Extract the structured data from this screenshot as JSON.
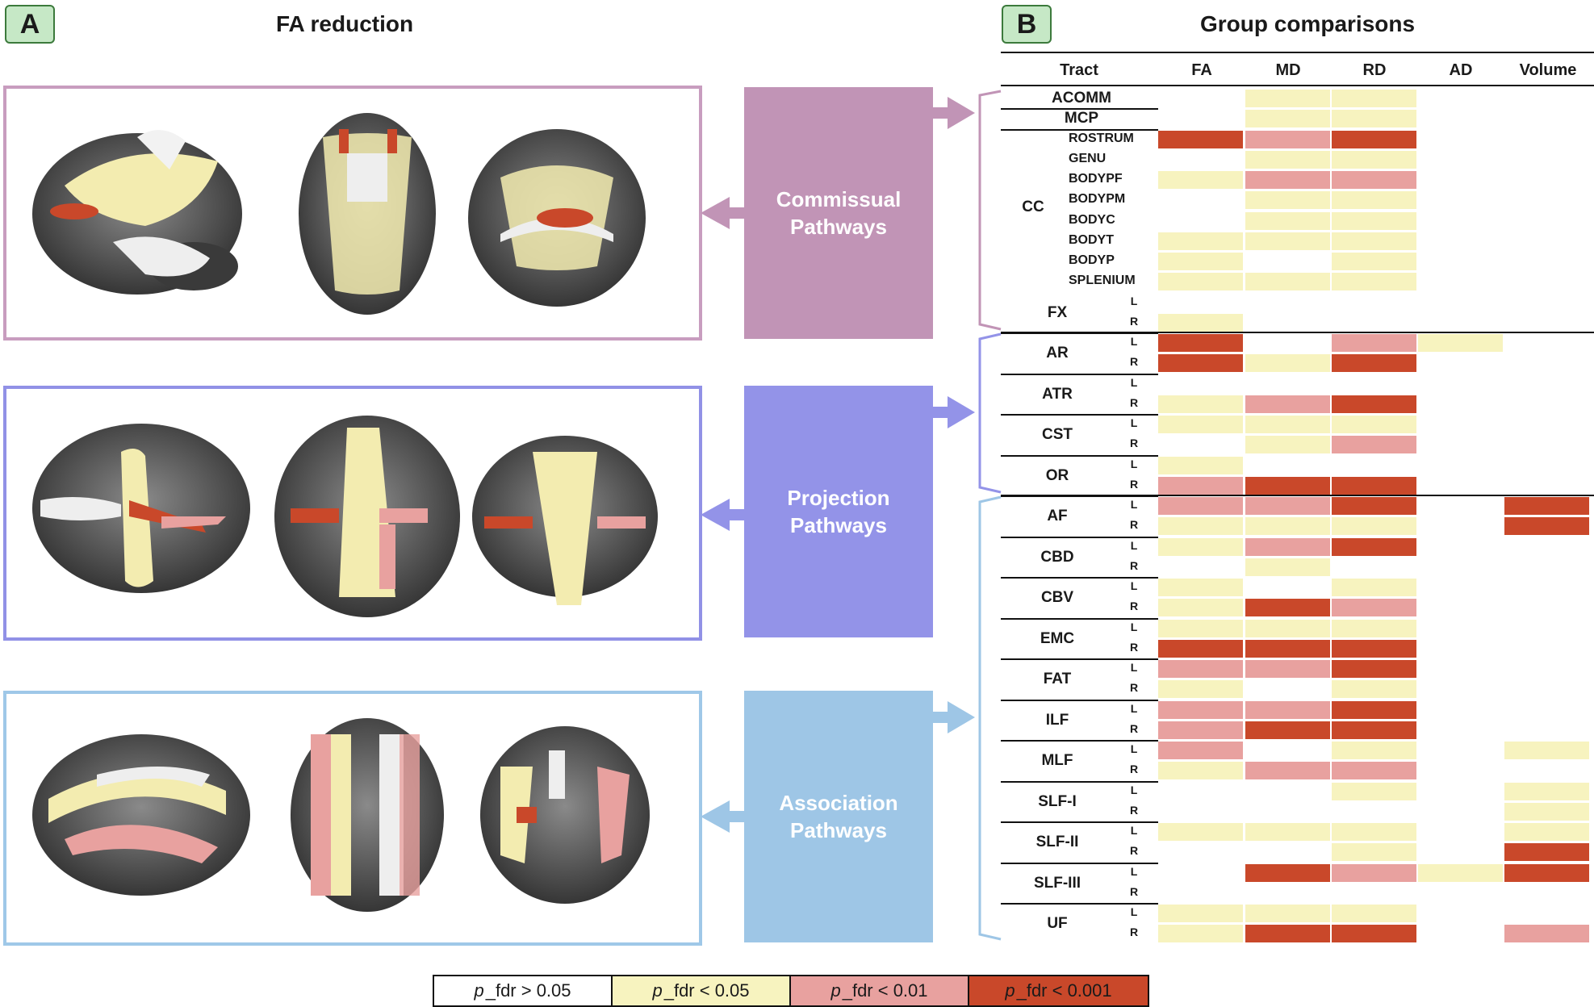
{
  "panel_a": {
    "badge": "A",
    "title": "FA reduction"
  },
  "panel_b": {
    "badge": "B",
    "title": "Group comparisons"
  },
  "categories": [
    {
      "label_line1": "Commissual",
      "label_line2": "Pathways",
      "color": "#c194b6",
      "border": "#c89dbf"
    },
    {
      "label_line1": "Projection",
      "label_line2": "Pathways",
      "color": "#9393e8",
      "border": "#9191e6"
    },
    {
      "label_line1": "Association",
      "label_line2": "Pathways",
      "color": "#9ec6e6",
      "border": "#9fc8e8"
    }
  ],
  "table": {
    "headers": [
      "Tract",
      "FA",
      "MD",
      "RD",
      "AD",
      "Volume"
    ],
    "colors": {
      "0": "#ffffff",
      "1": "#f7f3bf",
      "2": "#e8a19f",
      "3": "#c9482a"
    },
    "rows": [
      {
        "label": "ACOMM",
        "cells": [
          0,
          1,
          1,
          0,
          0
        ]
      },
      {
        "label": "MCP",
        "cells": [
          0,
          1,
          1,
          0,
          0
        ]
      },
      {
        "group": "CC",
        "label": "ROSTRUM",
        "cells": [
          3,
          2,
          3,
          0,
          0
        ]
      },
      {
        "group": "CC",
        "label": "GENU",
        "cells": [
          0,
          1,
          1,
          0,
          0
        ]
      },
      {
        "group": "CC",
        "label": "BODYPF",
        "cells": [
          1,
          2,
          2,
          0,
          0
        ]
      },
      {
        "group": "CC",
        "label": "BODYPM",
        "cells": [
          0,
          1,
          1,
          0,
          0
        ]
      },
      {
        "group": "CC",
        "label": "BODYC",
        "cells": [
          0,
          1,
          1,
          0,
          0
        ]
      },
      {
        "group": "CC",
        "label": "BODYT",
        "cells": [
          1,
          1,
          1,
          0,
          0
        ]
      },
      {
        "group": "CC",
        "label": "BODYP",
        "cells": [
          1,
          0,
          1,
          0,
          0
        ]
      },
      {
        "group": "CC",
        "label": "SPLENIUM",
        "cells": [
          1,
          1,
          1,
          0,
          0
        ]
      },
      {
        "label": "FX",
        "side": "L",
        "cells": [
          0,
          0,
          0,
          0,
          0
        ]
      },
      {
        "label": "FX",
        "side": "R",
        "cells": [
          1,
          0,
          0,
          0,
          0
        ]
      },
      {
        "label": "AR",
        "side": "L",
        "cells": [
          3,
          0,
          2,
          1,
          0
        ]
      },
      {
        "label": "AR",
        "side": "R",
        "cells": [
          3,
          1,
          3,
          0,
          0
        ]
      },
      {
        "label": "ATR",
        "side": "L",
        "cells": [
          0,
          0,
          0,
          0,
          0
        ]
      },
      {
        "label": "ATR",
        "side": "R",
        "cells": [
          1,
          2,
          3,
          0,
          0
        ]
      },
      {
        "label": "CST",
        "side": "L",
        "cells": [
          1,
          1,
          1,
          0,
          0
        ]
      },
      {
        "label": "CST",
        "side": "R",
        "cells": [
          0,
          1,
          2,
          0,
          0
        ]
      },
      {
        "label": "OR",
        "side": "L",
        "cells": [
          1,
          0,
          0,
          0,
          0
        ]
      },
      {
        "label": "OR",
        "side": "R",
        "cells": [
          2,
          3,
          3,
          0,
          0
        ]
      },
      {
        "label": "AF",
        "side": "L",
        "cells": [
          2,
          2,
          3,
          0,
          3
        ]
      },
      {
        "label": "AF",
        "side": "R",
        "cells": [
          1,
          1,
          1,
          0,
          3
        ]
      },
      {
        "label": "CBD",
        "side": "L",
        "cells": [
          1,
          2,
          3,
          0,
          0
        ]
      },
      {
        "label": "CBD",
        "side": "R",
        "cells": [
          0,
          1,
          0,
          0,
          0
        ]
      },
      {
        "label": "CBV",
        "side": "L",
        "cells": [
          1,
          0,
          1,
          0,
          0
        ]
      },
      {
        "label": "CBV",
        "side": "R",
        "cells": [
          1,
          3,
          2,
          0,
          0
        ]
      },
      {
        "label": "EMC",
        "side": "L",
        "cells": [
          1,
          1,
          1,
          0,
          0
        ]
      },
      {
        "label": "EMC",
        "side": "R",
        "cells": [
          3,
          3,
          3,
          0,
          0
        ]
      },
      {
        "label": "FAT",
        "side": "L",
        "cells": [
          2,
          2,
          3,
          0,
          0
        ]
      },
      {
        "label": "FAT",
        "side": "R",
        "cells": [
          1,
          0,
          1,
          0,
          0
        ]
      },
      {
        "label": "ILF",
        "side": "L",
        "cells": [
          2,
          2,
          3,
          0,
          0
        ]
      },
      {
        "label": "ILF",
        "side": "R",
        "cells": [
          2,
          3,
          3,
          0,
          0
        ]
      },
      {
        "label": "MLF",
        "side": "L",
        "cells": [
          2,
          0,
          1,
          0,
          1
        ]
      },
      {
        "label": "MLF",
        "side": "R",
        "cells": [
          1,
          2,
          2,
          0,
          0
        ]
      },
      {
        "label": "SLF-I",
        "side": "L",
        "cells": [
          0,
          0,
          1,
          0,
          1
        ]
      },
      {
        "label": "SLF-I",
        "side": "R",
        "cells": [
          0,
          0,
          0,
          0,
          1
        ]
      },
      {
        "label": "SLF-II",
        "side": "L",
        "cells": [
          1,
          1,
          1,
          0,
          1
        ]
      },
      {
        "label": "SLF-II",
        "side": "R",
        "cells": [
          0,
          0,
          1,
          0,
          3
        ]
      },
      {
        "label": "SLF-III",
        "side": "L",
        "cells": [
          0,
          3,
          2,
          1,
          3
        ]
      },
      {
        "label": "SLF-III",
        "side": "R",
        "cells": [
          0,
          0,
          0,
          0,
          0
        ]
      },
      {
        "label": "UF",
        "side": "L",
        "cells": [
          1,
          1,
          1,
          0,
          0
        ]
      },
      {
        "label": "UF",
        "side": "R",
        "cells": [
          1,
          3,
          3,
          0,
          2
        ]
      }
    ]
  },
  "legend": [
    {
      "p": "p",
      "rest": "_fdr > 0.05",
      "color": "#ffffff"
    },
    {
      "p": "p",
      "rest": "_fdr < 0.05",
      "color": "#f7f3bf"
    },
    {
      "p": "p",
      "rest": "_fdr < 0.01",
      "color": "#e8a19f"
    },
    {
      "p": "p",
      "rest": "_fdr < 0.001",
      "color": "#c9482a"
    }
  ]
}
